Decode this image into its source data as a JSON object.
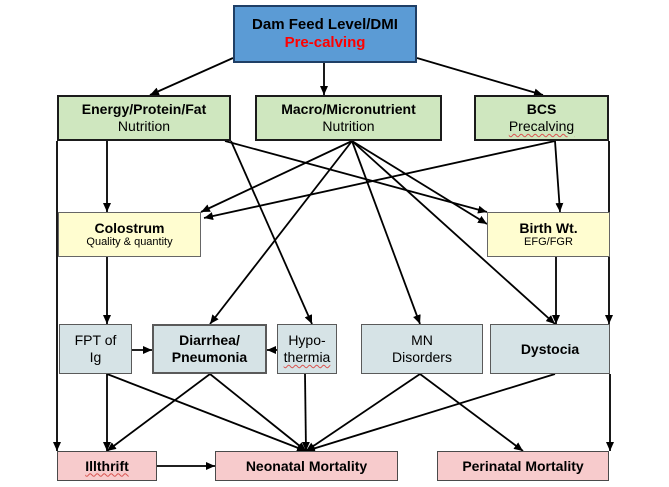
{
  "nodes": {
    "dam": {
      "line1": "Dam Feed Level/DMI",
      "line2": "Pre-calving"
    },
    "energy": {
      "line1": "Energy/Protein/Fat",
      "line2": "Nutrition"
    },
    "macro": {
      "line1": "Macro/Micronutrient",
      "line2": "Nutrition"
    },
    "bcs": {
      "line1": "BCS",
      "line2": "Precalving"
    },
    "colostrum": {
      "line1": "Colostrum",
      "line2": "Quality & quantity"
    },
    "birthwt": {
      "line1": "Birth Wt.",
      "line2": "EFG/FGR"
    },
    "fpt": {
      "line1": "FPT of",
      "line2": "Ig"
    },
    "diarrhea": {
      "line1": "Diarrhea/",
      "line2": "Pneumonia"
    },
    "hypo": {
      "line1": "Hypo-",
      "line2": "thermia"
    },
    "mn": {
      "line1": "MN",
      "line2": "Disorders"
    },
    "dystocia": {
      "line1": "Dystocia"
    },
    "illthrift": {
      "line1": "Illthrift"
    },
    "neonatal": {
      "line1": "Neonatal Mortality"
    },
    "perinatal": {
      "line1": "Perinatal Mortality"
    }
  },
  "edges": [
    [
      "dam",
      "energy"
    ],
    [
      "dam",
      "macro"
    ],
    [
      "dam",
      "bcs"
    ],
    [
      "energy",
      "colostrum"
    ],
    [
      "energy",
      "birthwt"
    ],
    [
      "energy",
      "hypo"
    ],
    [
      "energy",
      "illthrift"
    ],
    [
      "macro",
      "colostrum"
    ],
    [
      "macro",
      "birthwt"
    ],
    [
      "macro",
      "diarrhea"
    ],
    [
      "macro",
      "mn"
    ],
    [
      "macro",
      "dystocia"
    ],
    [
      "bcs",
      "colostrum"
    ],
    [
      "bcs",
      "birthwt"
    ],
    [
      "bcs",
      "dystocia"
    ],
    [
      "colostrum",
      "fpt"
    ],
    [
      "birthwt",
      "dystocia"
    ],
    [
      "fpt",
      "diarrhea"
    ],
    [
      "hypo",
      "diarrhea"
    ],
    [
      "fpt",
      "illthrift"
    ],
    [
      "fpt",
      "neonatal"
    ],
    [
      "diarrhea",
      "illthrift"
    ],
    [
      "diarrhea",
      "neonatal"
    ],
    [
      "hypo",
      "neonatal"
    ],
    [
      "mn",
      "neonatal"
    ],
    [
      "mn",
      "perinatal"
    ],
    [
      "dystocia",
      "neonatal"
    ],
    [
      "dystocia",
      "perinatal"
    ],
    [
      "illthrift",
      "neonatal"
    ]
  ],
  "colors": {
    "blue_fill": "#5b9bd5",
    "green_fill": "#cfe7bf",
    "yellow_fill": "#fffdd0",
    "gray_fill": "#d6e3e6",
    "pink_fill": "#f7cbcc",
    "accent_red": "#ff0000"
  }
}
